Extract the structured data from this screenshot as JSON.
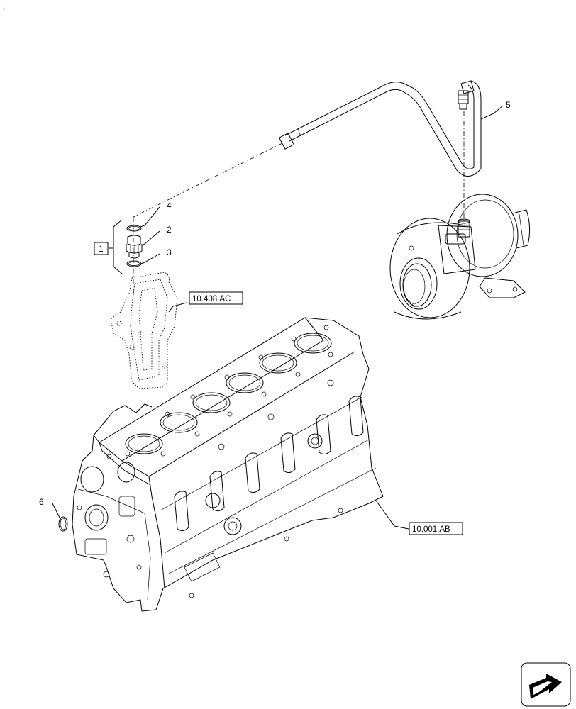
{
  "diagram": {
    "callouts": [
      {
        "id": "c1",
        "label": "1"
      },
      {
        "id": "c2",
        "label": "2"
      },
      {
        "id": "c3",
        "label": "3"
      },
      {
        "id": "c4",
        "label": "4"
      },
      {
        "id": "c5",
        "label": "5"
      },
      {
        "id": "c6",
        "label": "6"
      }
    ],
    "references": [
      {
        "id": "r1",
        "label": "10.408.AC"
      },
      {
        "id": "r2",
        "label": "10.001.AB"
      }
    ],
    "corner_mark": "."
  }
}
